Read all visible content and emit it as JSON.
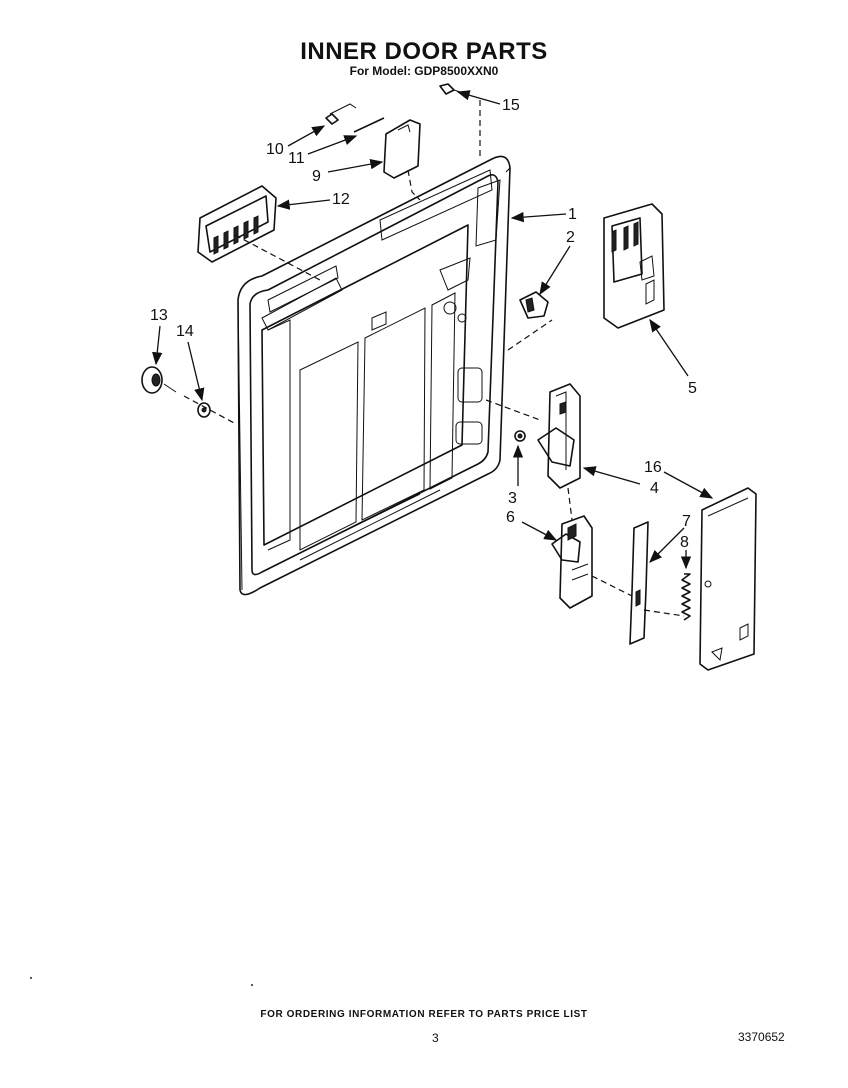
{
  "title": "INNER DOOR PARTS",
  "subtitle": "For Model: GDP8500XXN0",
  "footer_note": "FOR ORDERING INFORMATION REFER TO PARTS PRICE LIST",
  "page_number": "3",
  "document_number": "3370652",
  "callouts": {
    "c1": "1",
    "c2": "2",
    "c3": "3",
    "c4": "4",
    "c5": "5",
    "c6": "6",
    "c7": "7",
    "c8": "8",
    "c9": "9",
    "c10": "10",
    "c11": "11",
    "c12": "12",
    "c13": "13",
    "c14": "14",
    "c15": "15",
    "c16": "16"
  }
}
